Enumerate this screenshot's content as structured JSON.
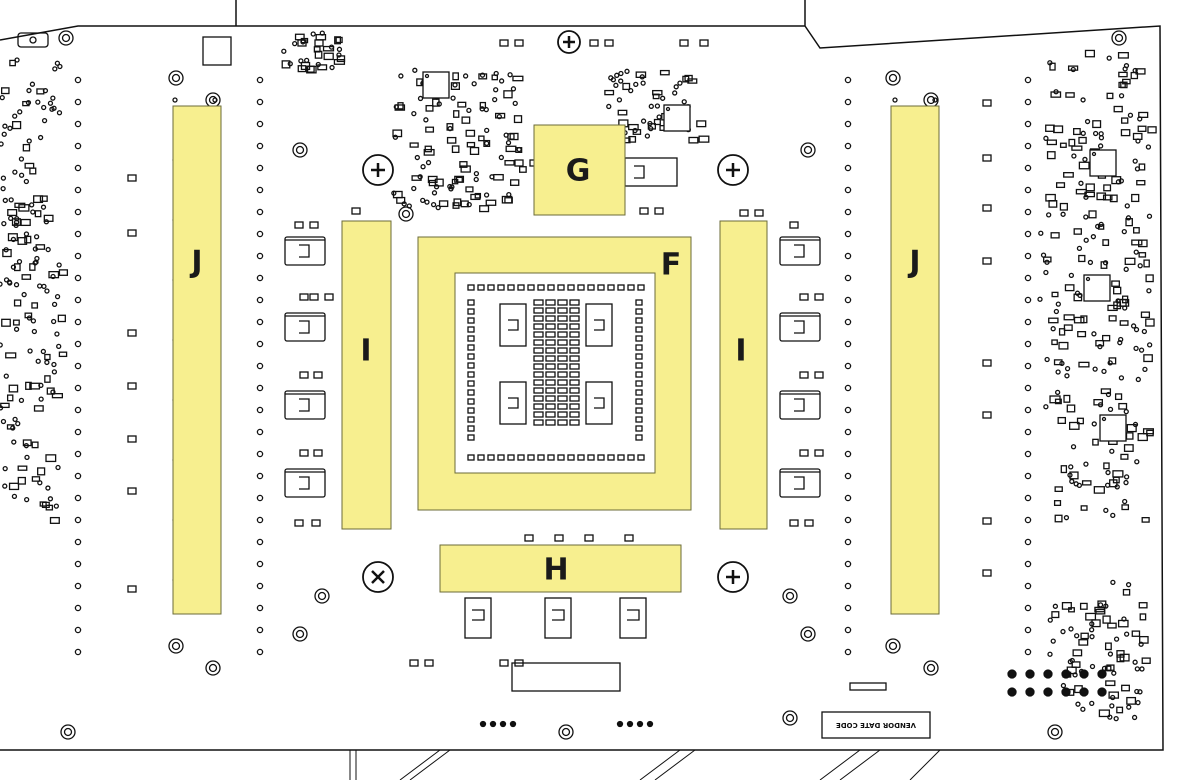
{
  "colors": {
    "zone_fill": "#f7ef8f",
    "outline": "#111111",
    "board_bg": "#ffffff"
  },
  "zones": {
    "g": {
      "label": "G"
    },
    "f": {
      "label": "F"
    },
    "h": {
      "label": "H"
    },
    "i_left": {
      "label": "I"
    },
    "i_right": {
      "label": "I"
    },
    "j_left": {
      "label": "J"
    },
    "j_right": {
      "label": "J"
    }
  },
  "silkscreen": {
    "vendor_date_code": "VENDOR DATE CODE"
  }
}
